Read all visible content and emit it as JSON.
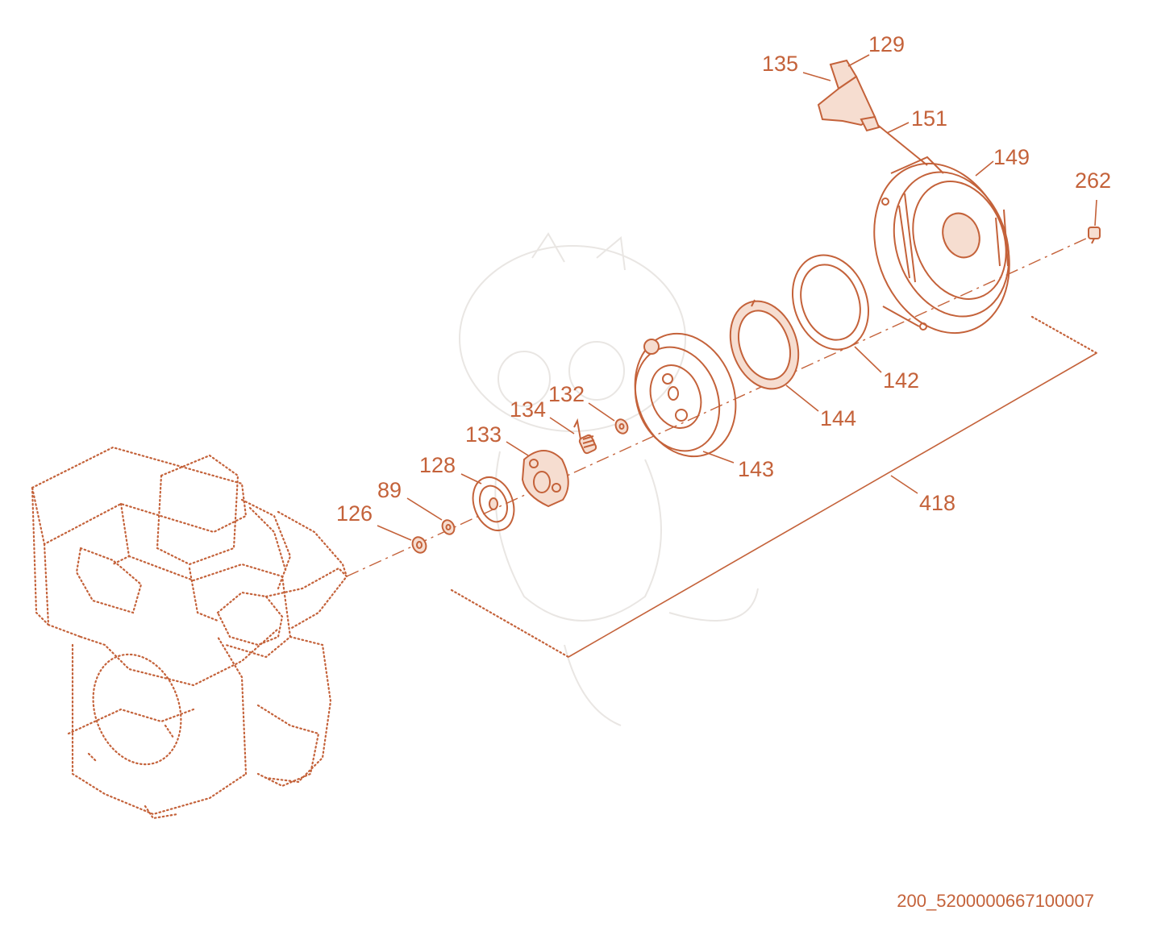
{
  "accent_color": "#c4623a",
  "drawing_code": "200_5200000667100007",
  "callouts": {
    "c135": "135",
    "c129": "129",
    "c151": "151",
    "c149": "149",
    "c262": "262",
    "c142": "142",
    "c144": "144",
    "c143": "143",
    "c132": "132",
    "c134": "134",
    "c133": "133",
    "c128": "128",
    "c89": "89",
    "c126": "126",
    "c418": "418"
  }
}
